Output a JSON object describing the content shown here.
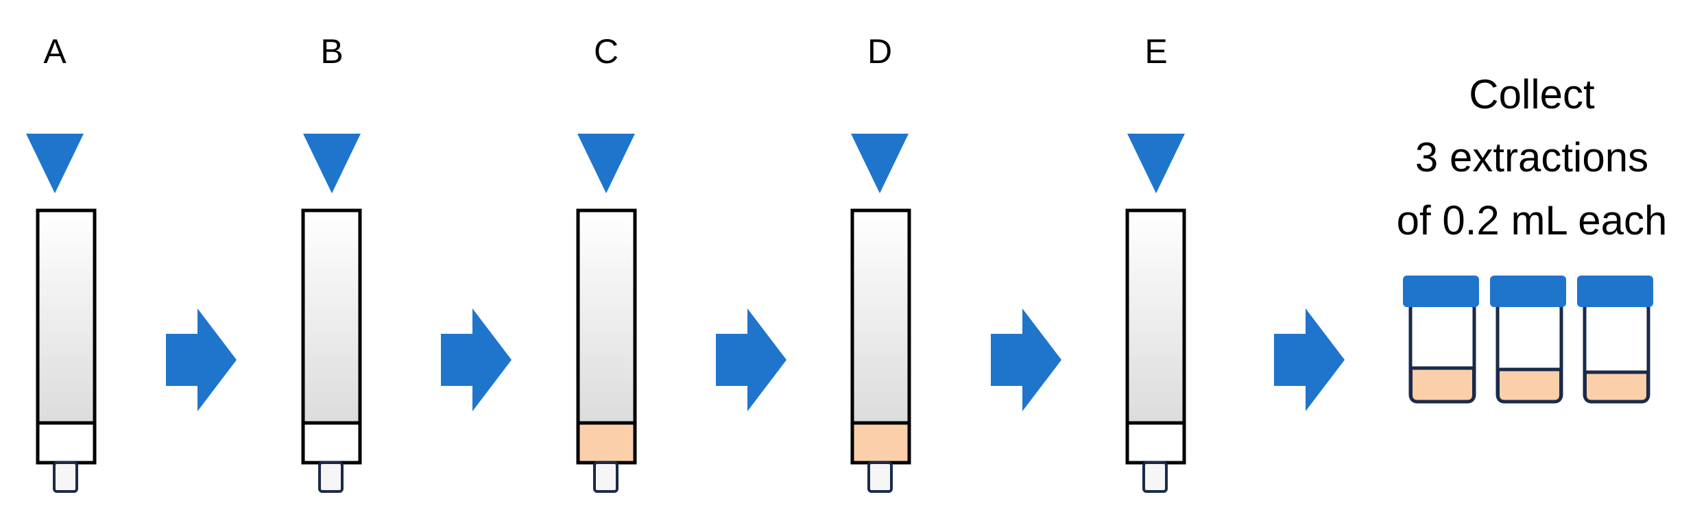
{
  "steps": [
    {
      "label": "A",
      "cartridge_band": "white"
    },
    {
      "label": "B",
      "cartridge_band": "white"
    },
    {
      "label": "C",
      "cartridge_band": "peach"
    },
    {
      "label": "D",
      "cartridge_band": "peach"
    },
    {
      "label": "E",
      "cartridge_band": "white"
    }
  ],
  "collect": {
    "lines": [
      "Collect",
      "3 extractions",
      "of 0.2 mL each"
    ],
    "vial_count": 3
  },
  "colors": {
    "accent_blue": "#1f75cc",
    "peach": "#fbcfaa",
    "outline": "#000000",
    "vial_outline": "#1a2a4a",
    "tube_gradient_top": "#ffffff",
    "tube_gradient_bottom": "#dcdcdc"
  }
}
